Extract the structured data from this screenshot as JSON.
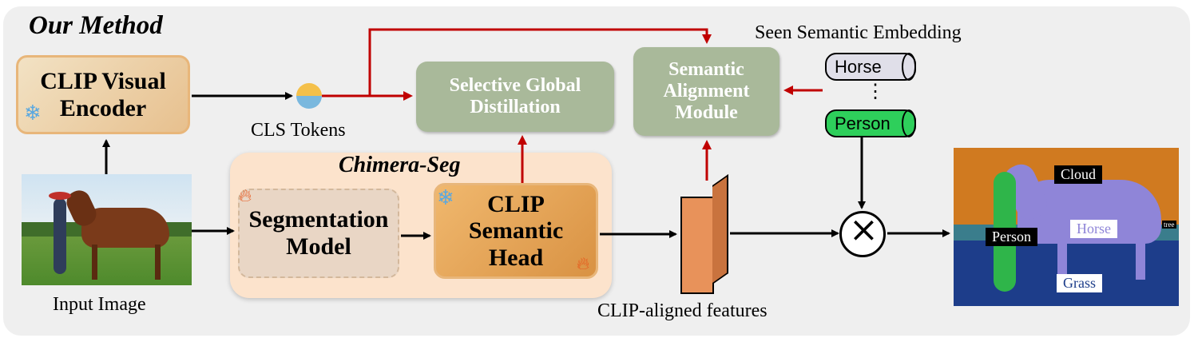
{
  "title": "Our Method",
  "encoder": {
    "label": "CLIP Visual Encoder",
    "icon": "snowflake-icon"
  },
  "cls": {
    "label": "CLS Tokens"
  },
  "distill": {
    "label": "Selective Global Distillation"
  },
  "align": {
    "label": "Semantic Alignment Module"
  },
  "embedding": {
    "title": "Seen Semantic Embedding",
    "items": [
      "Horse",
      "Person"
    ],
    "ellipsis": "⋮",
    "colors": {
      "Horse": "#e0dfe9",
      "Person": "#2ecf5b"
    }
  },
  "chimera": {
    "title": "Chimera-Seg",
    "seg_model": {
      "label": "Segmentation Model",
      "icon": "fire-icon"
    },
    "head": {
      "label": "CLIP Semantic Head",
      "icons": [
        "snowflake-icon",
        "fire-icon"
      ]
    }
  },
  "features": {
    "label": "CLIP-aligned features"
  },
  "input": {
    "label": "Input Image"
  },
  "output": {
    "labels": [
      "Cloud",
      "Person",
      "Horse",
      "tree",
      "Grass"
    ]
  },
  "colors": {
    "arrow_red": "#c00000",
    "panel": "#efefef",
    "green_box": "#a9b99a",
    "chimera_bg": "#fce3cc",
    "feature": "#e8925a"
  }
}
